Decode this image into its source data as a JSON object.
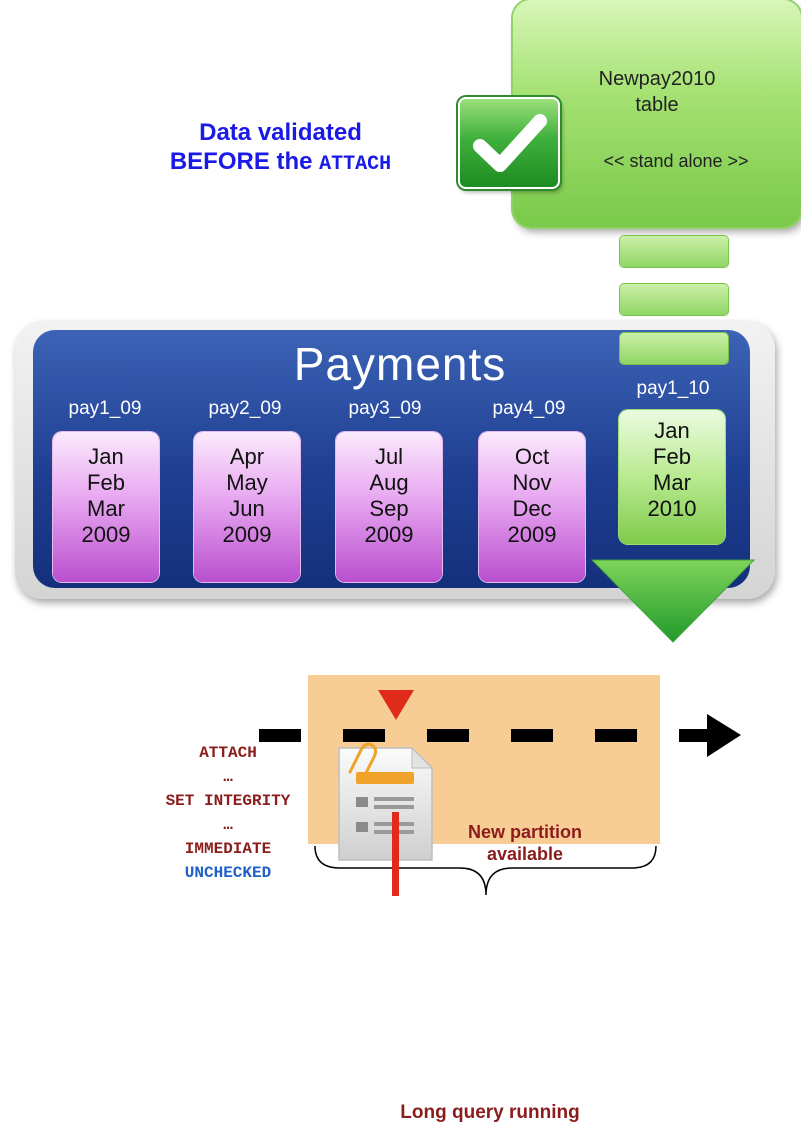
{
  "caption": {
    "line1": "Data validated",
    "line2_prefix": "BEFORE the ",
    "line2_keyword": "ATTACH"
  },
  "newpay": {
    "name": "Newpay2010",
    "kind": "table",
    "status": "<< stand alone >>"
  },
  "payments": {
    "title": "Payments",
    "partitions": [
      {
        "label": "pay1_09",
        "months": [
          "Jan",
          "Feb",
          "Mar"
        ],
        "year": "2009"
      },
      {
        "label": "pay2_09",
        "months": [
          "Apr",
          "May",
          "Jun"
        ],
        "year": "2009"
      },
      {
        "label": "pay3_09",
        "months": [
          "Jul",
          "Aug",
          "Sep"
        ],
        "year": "2009"
      },
      {
        "label": "pay4_09",
        "months": [
          "Oct",
          "Nov",
          "Dec"
        ],
        "year": "2009"
      },
      {
        "label": "pay1_10",
        "months": [
          "Jan",
          "Feb",
          "Mar"
        ],
        "year": "2010"
      }
    ]
  },
  "sql": {
    "line1": "ATTACH",
    "line2": "…",
    "line3": "SET INTEGRITY",
    "line4": "…",
    "line5": "IMMEDIATE",
    "line6": "UNCHECKED"
  },
  "new_partition": {
    "line1": "New partition",
    "line2": "available"
  },
  "timeline": {
    "label": "Long query running"
  },
  "colors": {
    "caption_blue": "#1a1ae6",
    "dark_red": "#8b1c1c",
    "sql_blue": "#1f5fc6",
    "payments_blue": "#1f3f92",
    "partition_purple": "#c765d8",
    "partition_green": "#8fd35e",
    "query_band": "#f8cc95",
    "arrow_red": "#e02a1a"
  },
  "icons": {
    "validated": "check-icon",
    "document": "document-icon",
    "attach": "paperclip-icon"
  }
}
